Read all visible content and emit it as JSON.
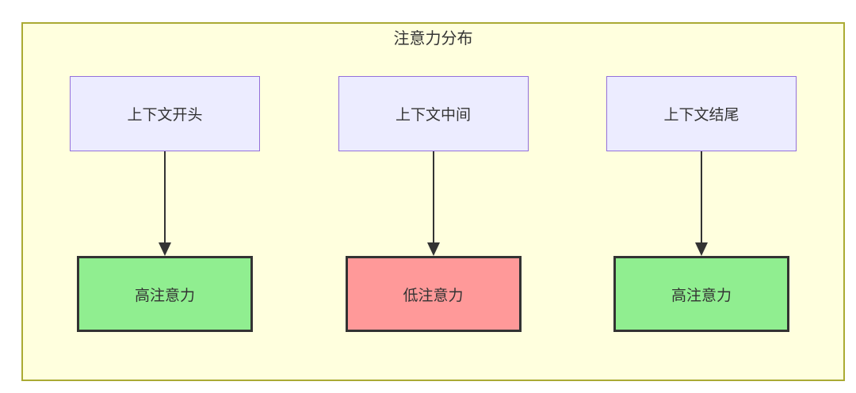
{
  "diagram": {
    "type": "flowchart",
    "title": "注意力分布",
    "colors": {
      "container_fill": "#FFFFDE",
      "container_border": "#AAAA33",
      "source_fill": "#ECECFF",
      "source_border": "#9370DB",
      "high_attention_fill": "#90EE90",
      "low_attention_fill": "#FF9999",
      "result_border": "#333333",
      "arrow": "#333333",
      "text": "#333333"
    },
    "columns": [
      {
        "source_label": "上下文开头",
        "result_label": "高注意力",
        "attention_level": "high",
        "result_fill": "#90EE90"
      },
      {
        "source_label": "上下文中间",
        "result_label": "低注意力",
        "attention_level": "low",
        "result_fill": "#FF9999"
      },
      {
        "source_label": "上下文结尾",
        "result_label": "高注意力",
        "attention_level": "high",
        "result_fill": "#90EE90"
      }
    ]
  }
}
